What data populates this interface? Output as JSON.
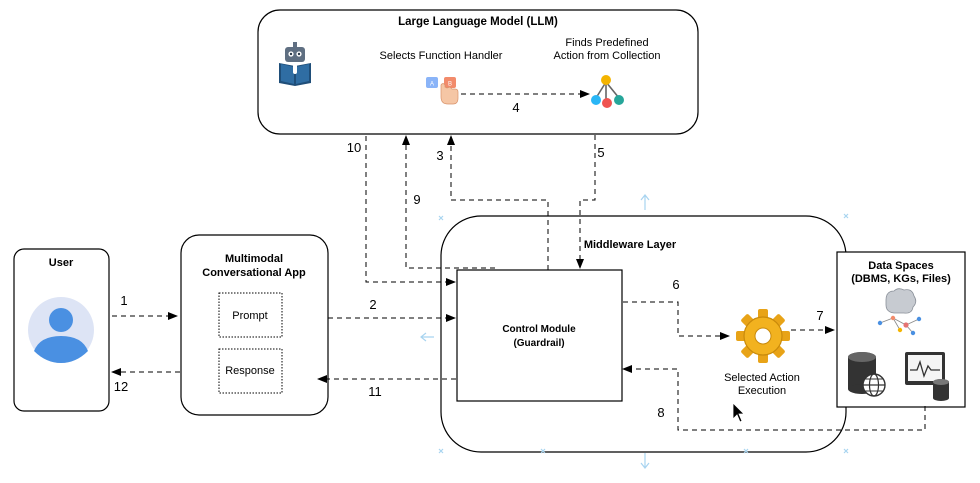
{
  "llm": {
    "title": "Large Language Model (LLM)",
    "selects_label": "Selects Function Handler",
    "finds_label_line1": "Finds Predefined",
    "finds_label_line2": "Action from Collection",
    "icon_badge_a": "A",
    "icon_badge_b": "B"
  },
  "user": {
    "title": "User"
  },
  "app": {
    "title_line1": "Multimodal",
    "title_line2": "Conversational App",
    "prompt_label": "Prompt",
    "response_label": "Response"
  },
  "middleware": {
    "title": "Middleware Layer",
    "control_line1": "Control Module",
    "control_line2": "(Guardrail)",
    "action_line1": "Selected Action",
    "action_line2": "Execution"
  },
  "data_spaces": {
    "title_line1": "Data Spaces",
    "title_line2": "(DBMS, KGs, Files)"
  },
  "steps": {
    "s1": "1",
    "s2": "2",
    "s3": "3",
    "s4": "4",
    "s5": "5",
    "s6": "6",
    "s7": "7",
    "s8": "8",
    "s9": "9",
    "s10": "10",
    "s11": "11",
    "s12": "12"
  },
  "colors": {
    "box_stroke": "#000000",
    "user_avatar": "#4a90e2",
    "avatar_bg": "#dde4f5",
    "selection_handle": "#a8d4f0"
  }
}
